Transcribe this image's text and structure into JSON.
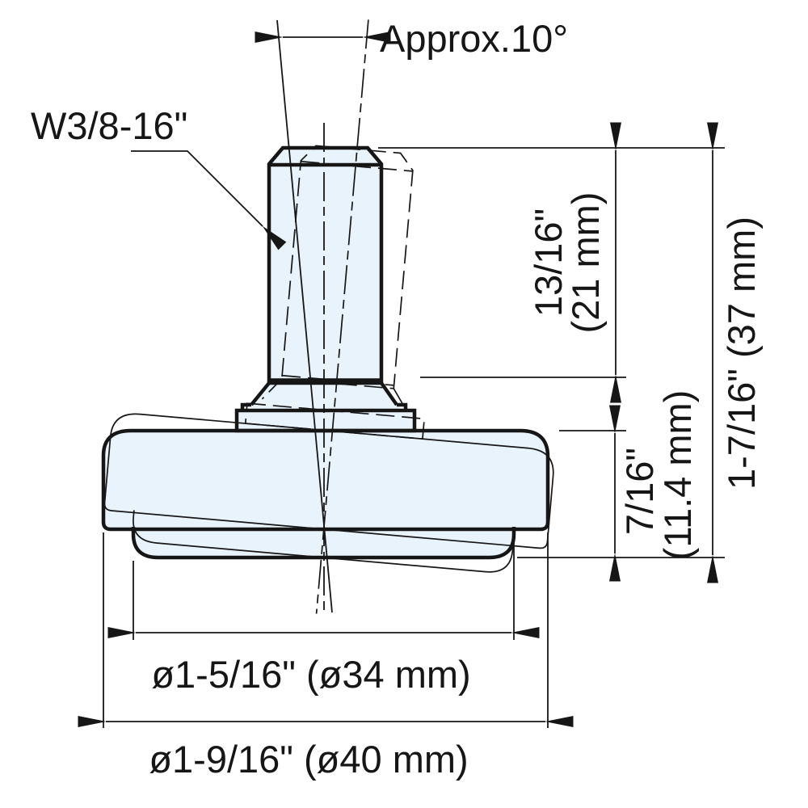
{
  "colors": {
    "line": "#161616",
    "part_fill": "#e9f3fb",
    "background": "#ffffff"
  },
  "annotations": {
    "swivel_angle": "Approx.10°",
    "thread_spec": "W3/8-16\""
  },
  "dimensions": {
    "stud_height": {
      "inch": "13/16\"",
      "mm": "(21 mm)"
    },
    "overall_height": {
      "label": "1-7/16\" (37 mm)"
    },
    "base_height": {
      "inch": "7/16\"",
      "mm": "(11.4 mm)"
    },
    "pad_diameter": {
      "label": "ø1-5/16\" (ø34 mm)"
    },
    "base_diameter": {
      "label": "ø1-9/16\" (ø40 mm)"
    }
  }
}
